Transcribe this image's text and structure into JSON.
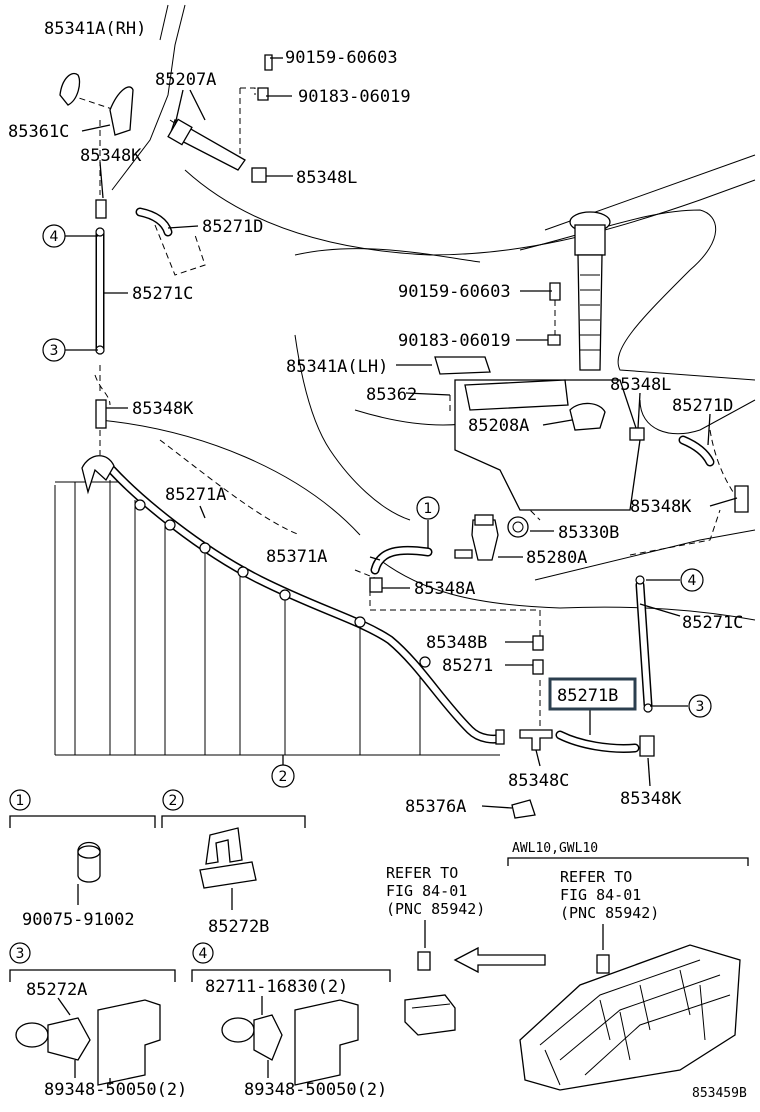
{
  "parts": {
    "p_85341A_RH": "85341A(RH)",
    "p_90159_60603_top": "90159-60603",
    "p_85207A": "85207A",
    "p_90183_06019_top": "90183-06019",
    "p_85361C": "85361C",
    "p_85348K_top": "85348K",
    "p_85348L_top": "85348L",
    "p_85271D_left": "85271D",
    "p_85271C_left": "85271C",
    "p_90159_60603_mid": "90159-60603",
    "p_90183_06019_mid": "90183-06019",
    "p_85341A_LH": "85341A(LH)",
    "p_85348L_right": "85348L",
    "p_85362": "85362",
    "p_85271D_right": "85271D",
    "p_85348K_mid": "85348K",
    "p_85208A": "85208A",
    "p_85271A": "85271A",
    "p_85348K_right": "85348K",
    "p_85330B": "85330B",
    "p_85371A": "85371A",
    "p_85280A": "85280A",
    "p_85348A": "85348A",
    "p_85271C_right": "85271C",
    "p_85348B": "85348B",
    "p_85271": "85271",
    "p_85271B": "85271B",
    "p_85348C": "85348C",
    "p_85348K_bottom": "85348K",
    "p_85376A": "85376A"
  },
  "callouts": {
    "c1": "1",
    "c2": "2",
    "c3": "3",
    "c4": "4"
  },
  "detail_boxes": {
    "box1": {
      "number": "1",
      "part": "90075-91002"
    },
    "box2": {
      "number": "2",
      "part": "85272B"
    },
    "box3": {
      "number": "3",
      "part_top": "85272A",
      "part_bottom": "89348-50050(2)"
    },
    "box4": {
      "number": "4",
      "part_top": "82711-16830(2)",
      "part_bottom": "89348-50050(2)"
    }
  },
  "refer_left": {
    "line1": "REFER TO",
    "line2": "FIG 84-01",
    "line3": "(PNC 85942)"
  },
  "refer_right": {
    "variant": "AWL10,GWL10",
    "line1": "REFER TO",
    "line2": "FIG 84-01",
    "line3": "(PNC 85942)"
  },
  "diagram_id": "853459B",
  "colors": {
    "line": "#000000",
    "highlight_box": "#2b3f4f",
    "background": "#ffffff"
  }
}
